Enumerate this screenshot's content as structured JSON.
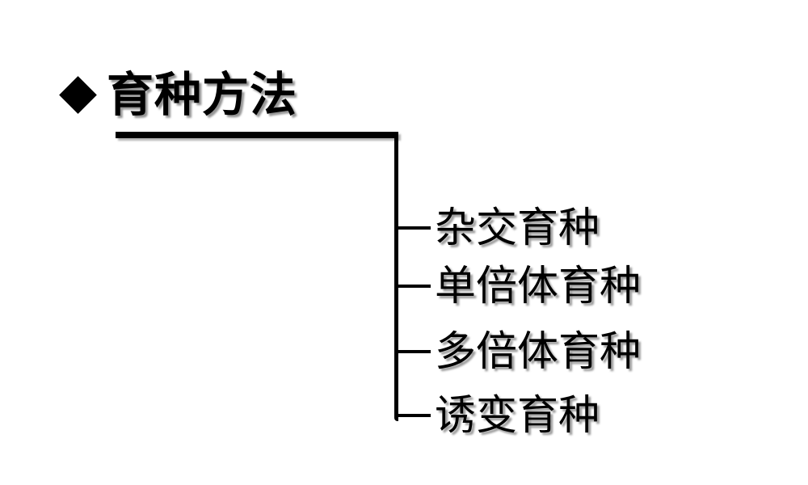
{
  "slide": {
    "background_color": "#ffffff",
    "ink_color": "#000000",
    "shadow_color": "#737373"
  },
  "heading": {
    "bullet_icon": "diamond-bullet-icon",
    "text": "育种方法"
  },
  "bracket": {
    "style": "thick-underline-with-vertical-spine",
    "tick_count": 4
  },
  "branches": [
    {
      "label": "杂交育种"
    },
    {
      "label": "单倍体育种"
    },
    {
      "label": "多倍体育种"
    },
    {
      "label": "诱变育种"
    }
  ]
}
